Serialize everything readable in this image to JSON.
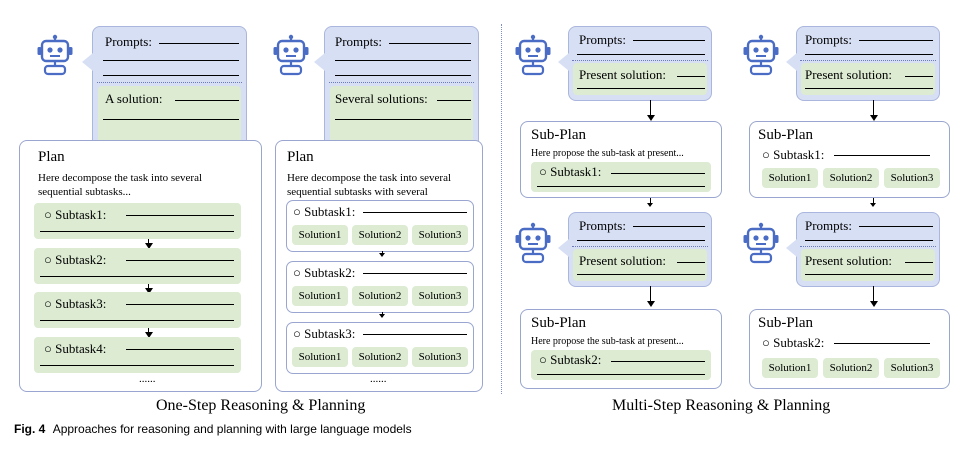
{
  "labels": {
    "prompts": "Prompts:",
    "a_solution": "A solution:",
    "several_solutions": "Several solutions:",
    "present_solution": "Present solution:",
    "plan": "Plan",
    "sub_plan": "Sub-Plan",
    "plan_desc_1": "Here decompose the task into several sequential subtasks...",
    "plan_desc_2": "Here decompose the task into several sequential subtasks with several solutions...",
    "subplan_desc": "Here propose the sub-task at present...",
    "subtask1": "○ Subtask1:",
    "subtask2": "○ Subtask2:",
    "subtask3": "○ Subtask3:",
    "subtask4": "○ Subtask4:",
    "solution1": "Solution1",
    "solution2": "Solution2",
    "solution3": "Solution3",
    "ellipsis": "......"
  },
  "captions": {
    "left": "One-Step Reasoning & Planning",
    "right": "Multi-Step Reasoning & Planning",
    "fig_label": "Fig. 4",
    "fig_text": "Approaches for reasoning and planning with large language models"
  },
  "colors": {
    "prompt_bg": "#d7dff4",
    "green_bg": "#dcebd2",
    "robot": "#4a6cc4",
    "border": "#9aa6cf"
  },
  "icons": [
    "robot-icon"
  ]
}
